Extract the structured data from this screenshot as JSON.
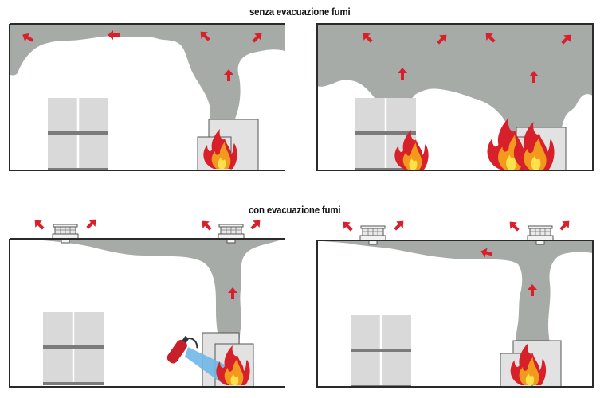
{
  "headings": {
    "without_extraction": "senza evacuazione fumi",
    "with_extraction": "con evacuazione fumi"
  },
  "colors": {
    "smoke": "#a6aba8",
    "arrow": "#d8202a",
    "fire_outer": "#d8202a",
    "fire_inner": "#f29a1e",
    "fire_core": "#fde04a",
    "frame": "#2a2a2a",
    "storage": "#d9d9d9",
    "extinguisher": "#c8202a",
    "water_spray": "#6fb8e8"
  },
  "icons": [
    "smoke-cloud",
    "fire-icon",
    "arrow-icon",
    "roof-vent-icon",
    "storage-rack-icon",
    "extinguisher-icon"
  ]
}
